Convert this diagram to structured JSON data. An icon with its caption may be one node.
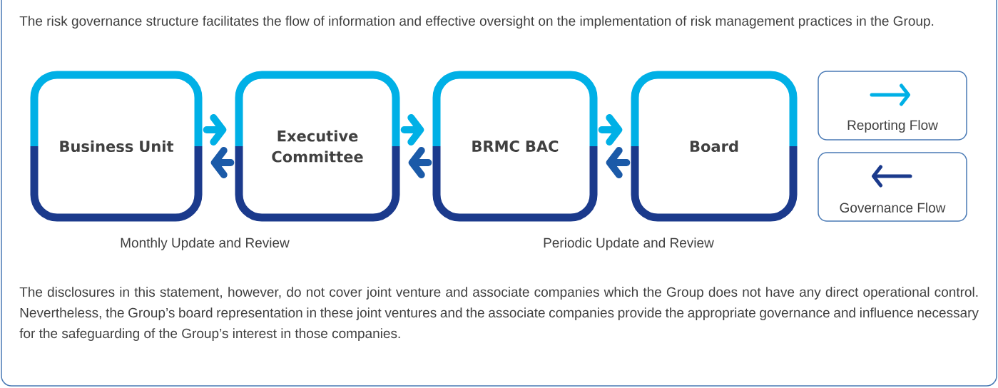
{
  "diagram": {
    "nodes": [
      {
        "text": [
          "Business Unit"
        ]
      },
      {
        "text": [
          "Executive Committee"
        ]
      },
      {
        "text": [
          "BRMC BAC"
        ]
      },
      {
        "text": [
          "Board"
        ]
      }
    ],
    "edges": [
      {
        "from": 0,
        "to": 1,
        "arrow": "to",
        "color": "#00b0e6"
      },
      {
        "from": 1,
        "to": 2,
        "arrow": "to",
        "color": "#00b0e6"
      },
      {
        "from": 2,
        "to": 3,
        "arrow": "to",
        "color": "#00b0e6"
      },
      {
        "from": 3,
        "to": 2,
        "arrow": "to",
        "color": "#1b5aa8"
      },
      {
        "from": 2,
        "to": 1,
        "arrow": "to",
        "color": "#1b5aa8"
      },
      {
        "from": 1,
        "to": 0,
        "arrow": "to",
        "color": "#1b5aa8"
      }
    ],
    "labels": [
      "The risk governance structure facilitates the flow of information and effective oversight on the implementation of risk management practices in the Group.",
      "Monthly Update and Review",
      "Periodic Update and Review",
      "The disclosures in this statement, however, do not cover joint venture and associate companies which the Group does not have any direct operational control. Nevertheless, the Group’s board representation in these joint ventures and the associate companies provide the appropriate governance and influence necessary for the safeguarding of the Group’s interest in those companies."
    ],
    "legend": [
      {
        "text": "Reporting Flow"
      },
      {
        "text": "Governance Flow"
      }
    ]
  }
}
